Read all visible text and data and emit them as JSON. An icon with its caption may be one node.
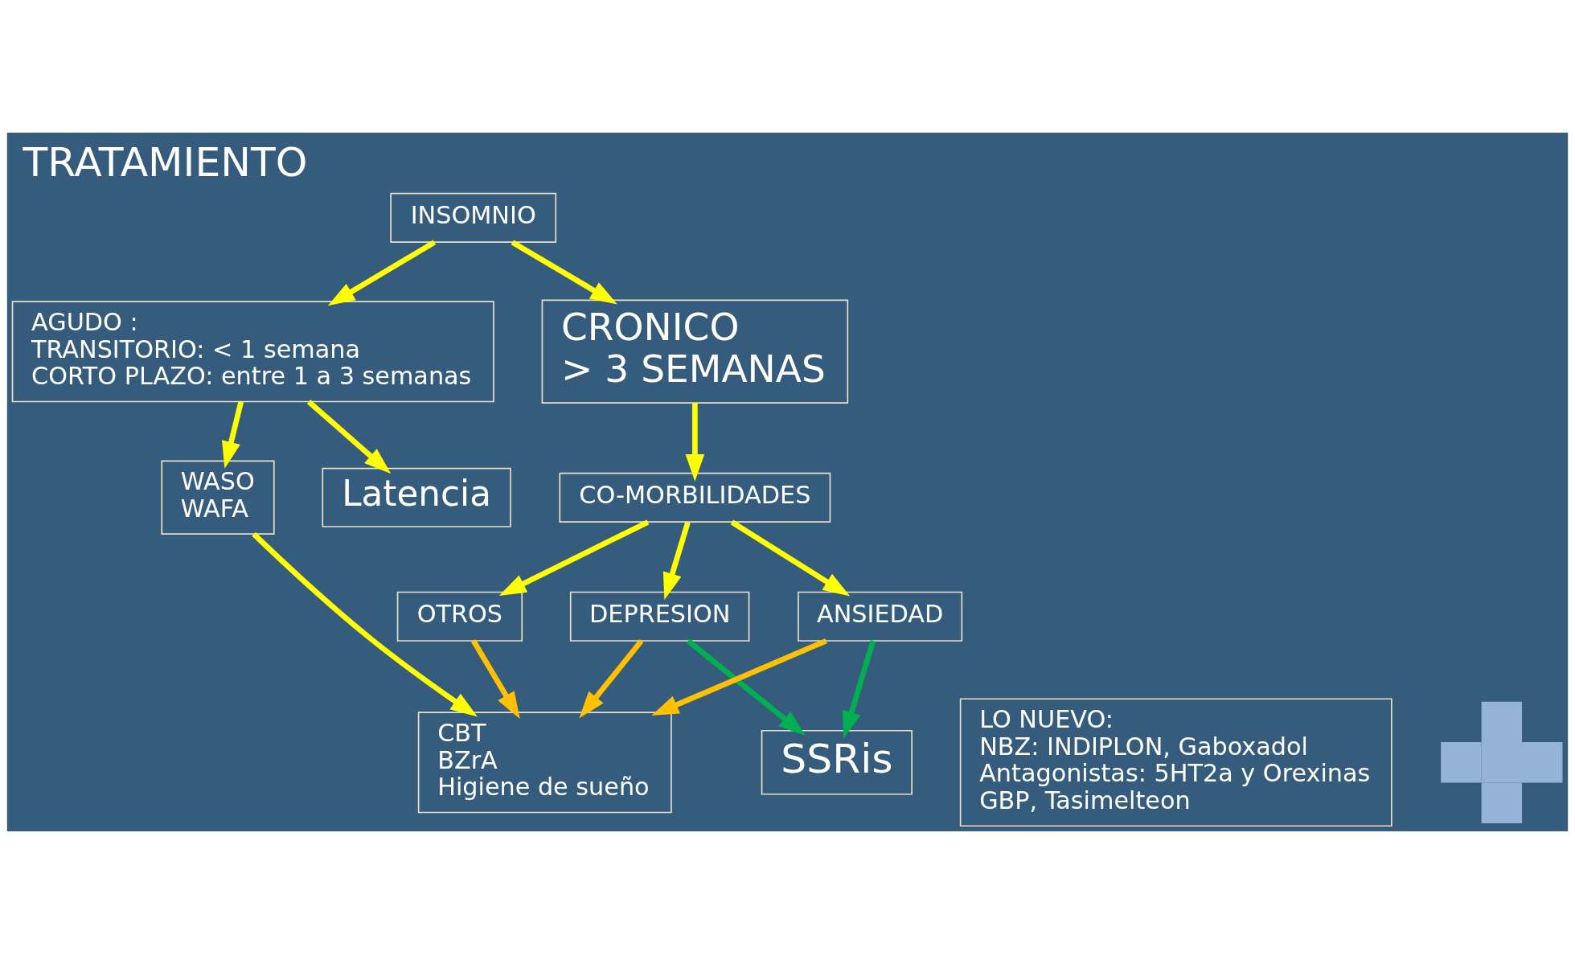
{
  "diagram": {
    "title": "TRATAMIENTO",
    "nodes": [
      {
        "text": [
          "INSOMNIO"
        ]
      },
      {
        "text": [
          "AGUDO :",
          "TRANSITORIO: < 1 semana",
          "CORTO PLAZO: entre 1 a 3 semanas"
        ]
      },
      {
        "text": [
          "CRONICO",
          "> 3 SEMANAS"
        ]
      },
      {
        "text": [
          "Latencia"
        ]
      },
      {
        "text": [
          "WASO",
          "WAFA"
        ]
      },
      {
        "text": [
          "CBT",
          "BZrA",
          "Higiene de sueño"
        ]
      },
      {
        "text": [
          "CO-MORBILIDADES"
        ]
      },
      {
        "text": [
          "DEPRESION"
        ]
      },
      {
        "text": [
          "ANSIEDAD"
        ]
      },
      {
        "text": [
          "OTROS"
        ]
      },
      {
        "text": [
          "SSRis"
        ]
      },
      {
        "text": [
          "LO NUEVO:",
          "NBZ: INDIPLON, Gaboxadol",
          "Antagonistas: 5HT2a y Orexinas",
          "GBP, Tasimelteon"
        ]
      },
      {
        "text": [],
        "shape": "plus"
      }
    ],
    "edges": [
      {
        "from": 0,
        "to": 1,
        "arrow": "to"
      },
      {
        "from": 0,
        "to": 2,
        "arrow": "to"
      },
      {
        "from": 1,
        "to": 3,
        "arrow": "to"
      },
      {
        "from": 1,
        "to": 4,
        "arrow": "to"
      },
      {
        "from": 4,
        "to": 5,
        "arrow": "to"
      },
      {
        "from": 2,
        "to": 6,
        "arrow": "to"
      },
      {
        "from": 6,
        "to": 7,
        "arrow": "to"
      },
      {
        "from": 6,
        "to": 8,
        "arrow": "to"
      },
      {
        "from": 6,
        "to": 9,
        "arrow": "to"
      },
      {
        "from": 7,
        "to": 5,
        "arrow": "to",
        "color": "#ffc000"
      },
      {
        "from": 8,
        "to": 5,
        "arrow": "to",
        "color": "#ffc000"
      },
      {
        "from": 9,
        "to": 5,
        "arrow": "to",
        "color": "#ffc000"
      },
      {
        "from": 7,
        "to": 10,
        "arrow": "to",
        "color": "#00b050"
      },
      {
        "from": 8,
        "to": 10,
        "arrow": "to",
        "color": "#00b050"
      }
    ]
  }
}
